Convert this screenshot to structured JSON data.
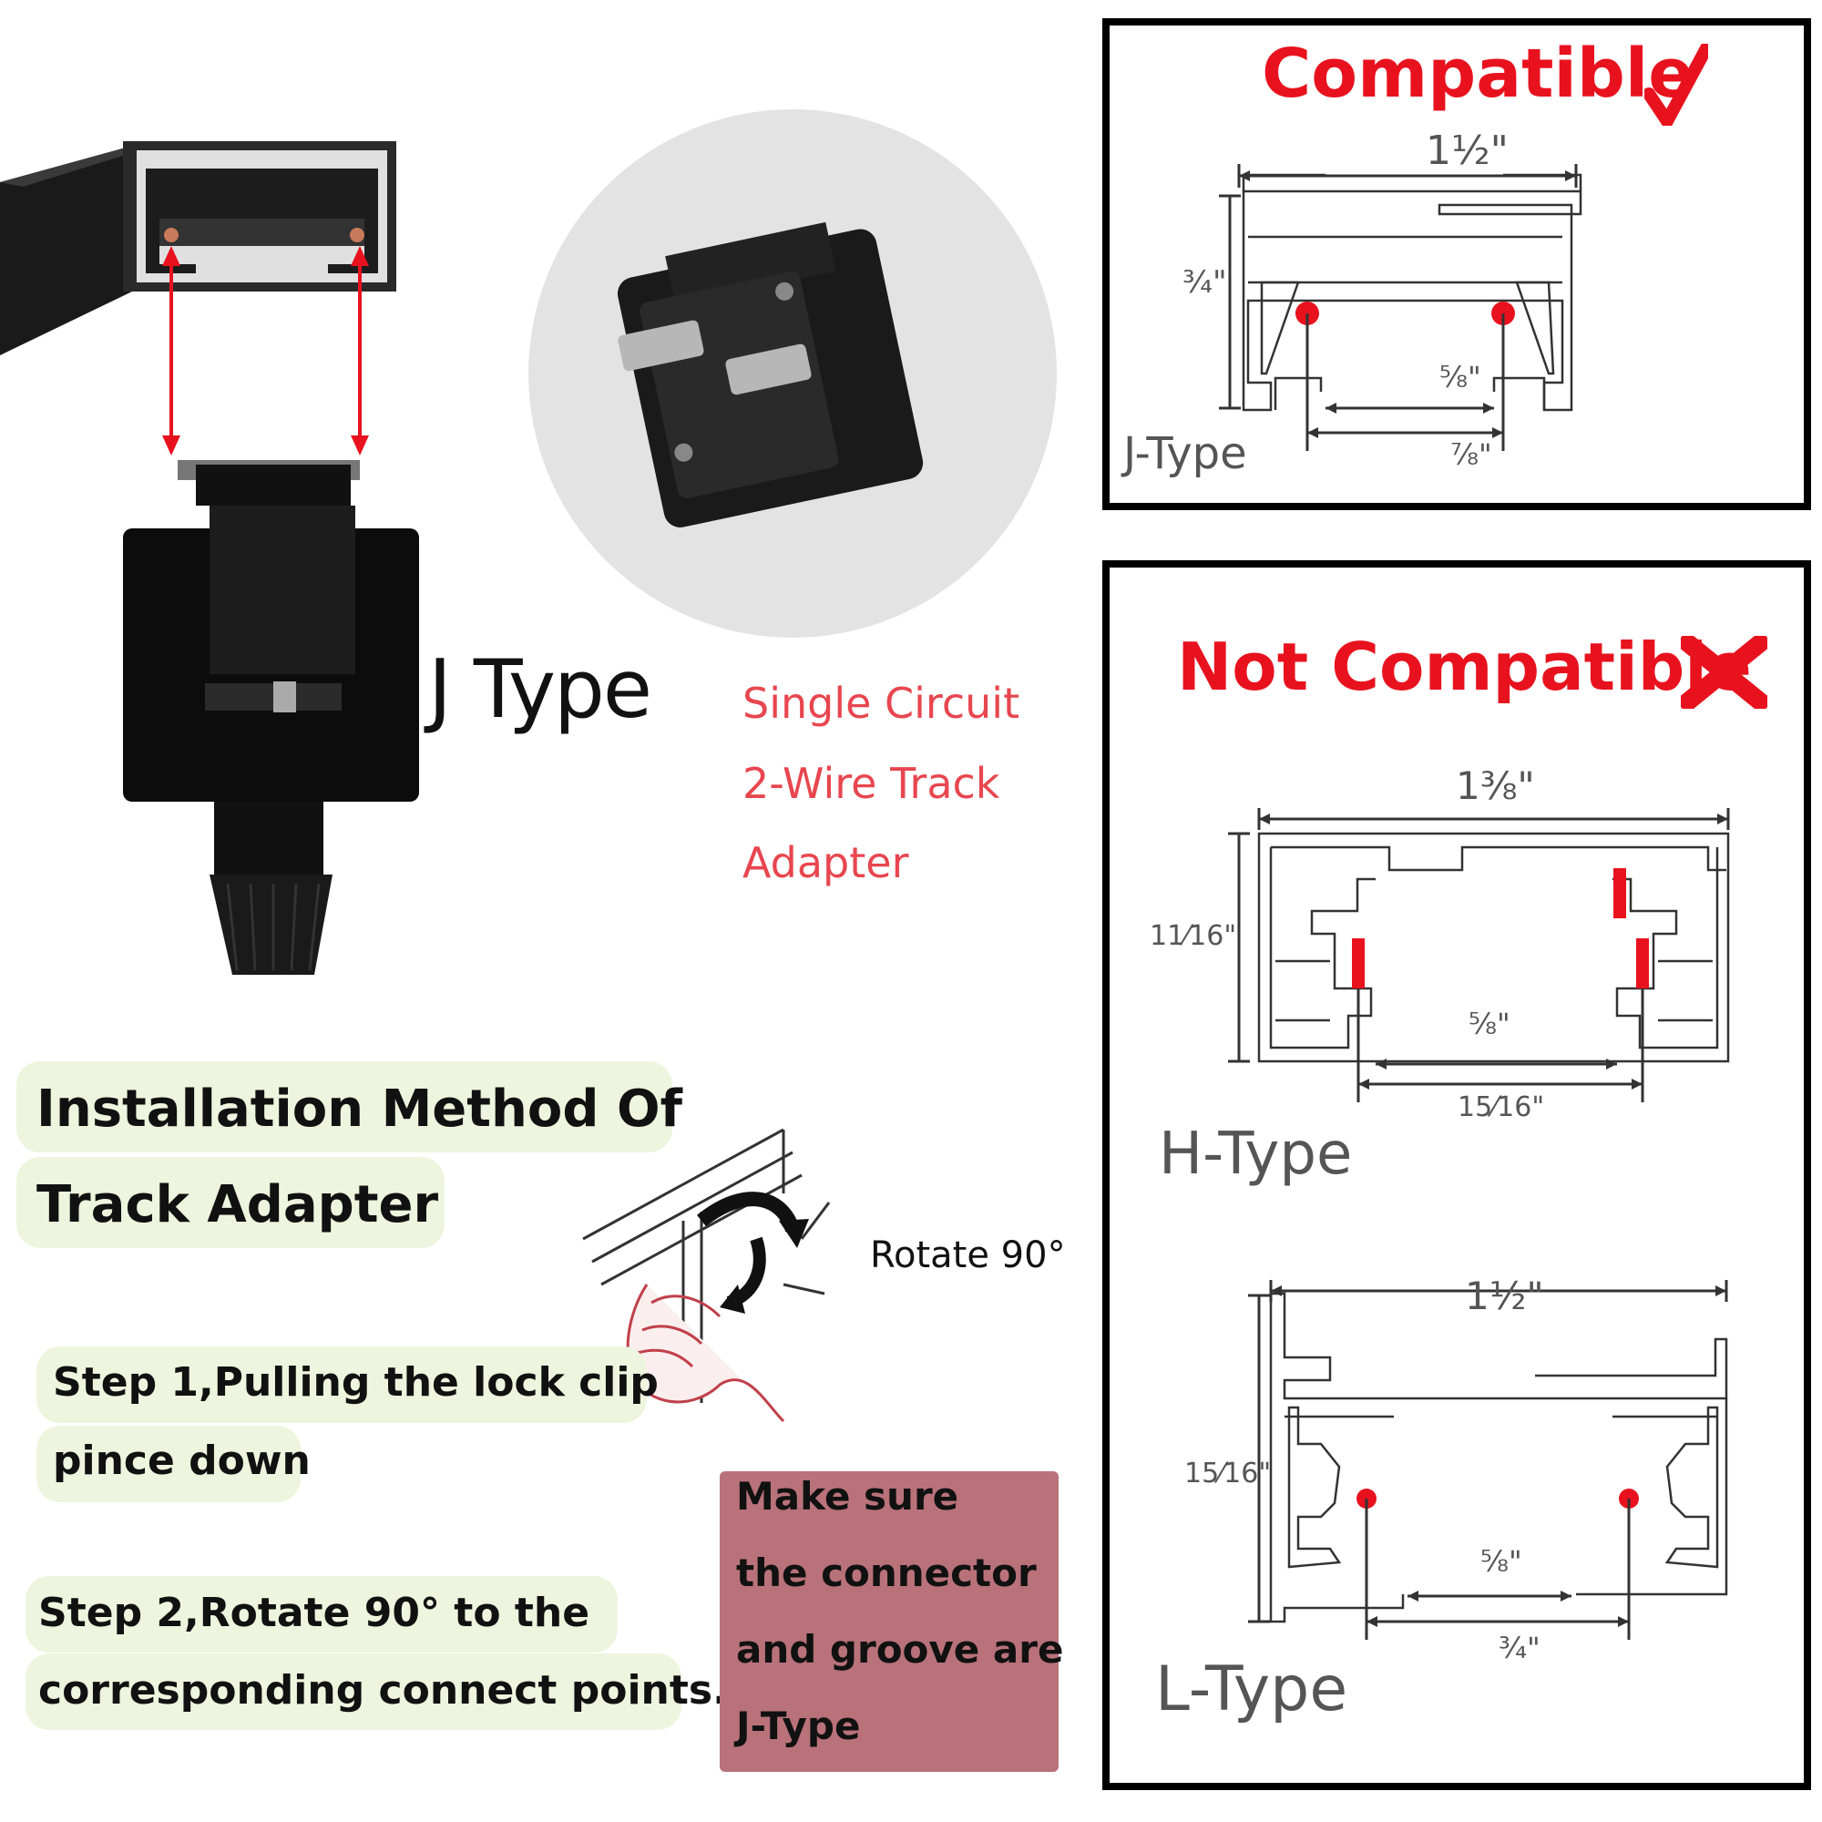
{
  "compatible": {
    "title": "Compatible",
    "check_icon": "check-mark",
    "type": "J-Type",
    "width": "1½\"",
    "height": "¾\"",
    "inner_gap": "⅝\"",
    "contact_span": "⅞\""
  },
  "not_compatible": {
    "title": "Not Compatible",
    "x_icon": "cross-mark",
    "h_type": {
      "type": "H-Type",
      "width": "1⅜\"",
      "height": "11⁄16\"",
      "inner_gap": "⅝\"",
      "contact_span": "15⁄16\""
    },
    "l_type": {
      "type": "L-Type",
      "width": "1½\"",
      "height": "15⁄16\"",
      "inner_gap": "⅝\"",
      "contact_span": "¾\""
    }
  },
  "product": {
    "type_label": "J Type",
    "desc_line1": "Single Circuit",
    "desc_line2": "2-Wire Track",
    "desc_line3": "Adapter"
  },
  "install": {
    "heading_line1": "Installation Method Of",
    "heading_line2": "Track Adapter",
    "rotate_label": "Rotate 90°",
    "step1_line1": "Step 1,Pulling the lock clip",
    "step1_line2": "pince down",
    "step2_line1": "Step 2,Rotate 90° to the",
    "step2_line2": "corresponding connect points.",
    "note_line1": "Make sure",
    "note_line2": "the connector",
    "note_line3": "and groove are",
    "note_line4": "J-Type"
  },
  "colors": {
    "accent_red": "#e8121e",
    "pill_green": "#eef5de",
    "note_pink": "#b9727a"
  }
}
